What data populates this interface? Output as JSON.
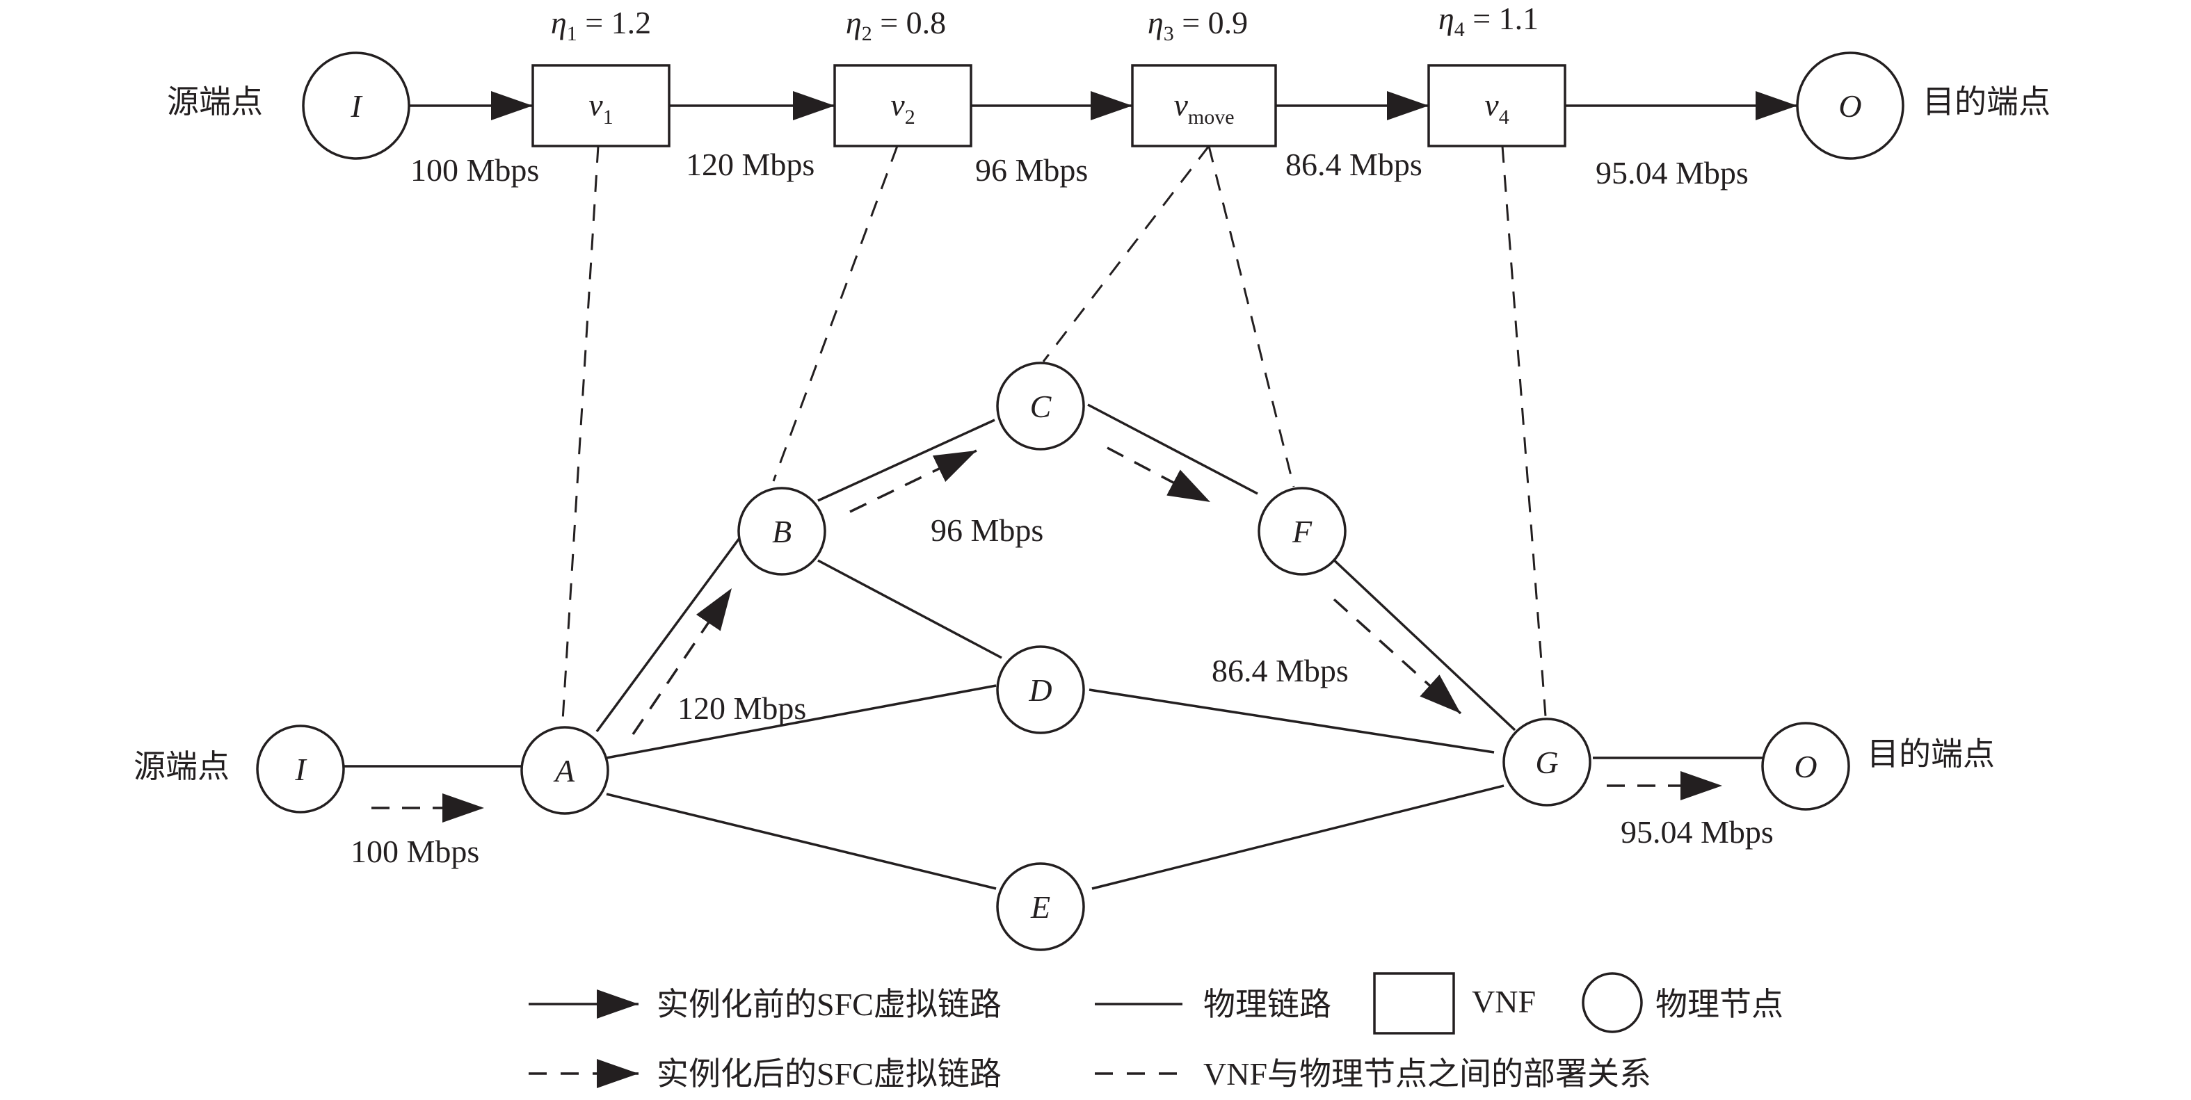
{
  "virtual_layer": {
    "source_label": "源端点",
    "dest_label": "目的端点",
    "source_node": "I",
    "dest_node": "O",
    "vnfs": [
      {
        "base": "v",
        "sub": "1",
        "eta_label": "η",
        "eta_sub": "1",
        "eta_value": " = 1.2"
      },
      {
        "base": "v",
        "sub": "2",
        "eta_label": "η",
        "eta_sub": "2",
        "eta_value": " = 0.8"
      },
      {
        "base": "v",
        "sub": "move",
        "eta_label": "η",
        "eta_sub": "3",
        "eta_value": " = 0.9"
      },
      {
        "base": "v",
        "sub": "4",
        "eta_label": "η",
        "eta_sub": "4",
        "eta_value": " = 1.1"
      }
    ],
    "link_bandwidths": [
      "100 Mbps",
      "120 Mbps",
      "96 Mbps",
      "86.4 Mbps",
      "95.04 Mbps"
    ]
  },
  "physical_layer": {
    "source_label": "源端点",
    "dest_label": "目的端点",
    "nodes": [
      "I",
      "A",
      "B",
      "C",
      "D",
      "E",
      "F",
      "G",
      "O"
    ],
    "path_bandwidths": [
      "100 Mbps",
      "120 Mbps",
      "96 Mbps",
      "86.4 Mbps",
      "95.04 Mbps"
    ]
  },
  "legend": {
    "solid_arrow": "实例化前的SFC虚拟链路",
    "dashed_arrow": "实例化后的SFC虚拟链路",
    "solid_line": "物理链路",
    "dashed_line": "VNF与物理节点之间的部署关系",
    "box": "VNF",
    "circle": "物理节点"
  },
  "colors": {
    "ink": "#231f20",
    "background": "#ffffff"
  }
}
